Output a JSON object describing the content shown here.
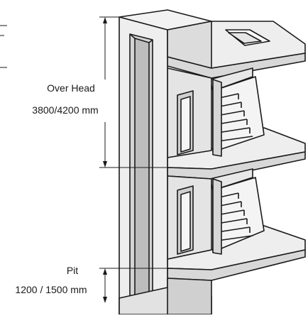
{
  "labels": {
    "overhead_title": "Over Head",
    "overhead_value": "3800/4200 mm",
    "pit_title": "Pit",
    "pit_value": "1200 / 1500 mm"
  },
  "colors": {
    "stroke": "#1a1a1a",
    "wall_light": "#f1f1f1",
    "wall_mid": "#e2e2e2",
    "wall_dark": "#cfcfcf",
    "shaft_inner": "#bdbdbd"
  }
}
